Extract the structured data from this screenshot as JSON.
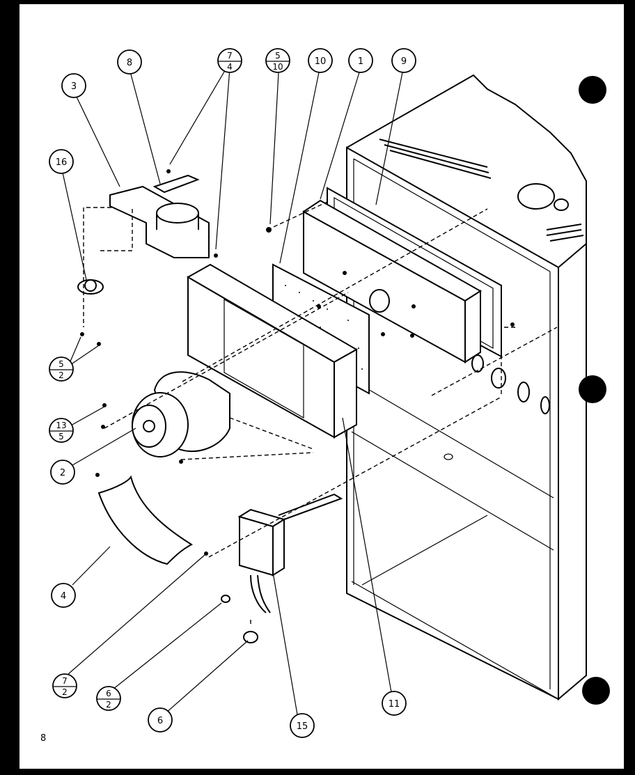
{
  "page_number": "8",
  "callouts": [
    {
      "id": "c3",
      "num": "3"
    },
    {
      "id": "c8",
      "num": "8"
    },
    {
      "id": "c7-4",
      "top": "7",
      "bottom": "4"
    },
    {
      "id": "c5-10",
      "top": "5",
      "bottom": "10"
    },
    {
      "id": "c10",
      "num": "10"
    },
    {
      "id": "c1",
      "num": "1"
    },
    {
      "id": "c9",
      "num": "9"
    },
    {
      "id": "c16",
      "num": "16"
    },
    {
      "id": "c5-2",
      "top": "5",
      "bottom": "2"
    },
    {
      "id": "c13-5",
      "top": "13",
      "bottom": "5"
    },
    {
      "id": "c2",
      "num": "2"
    },
    {
      "id": "c4",
      "num": "4"
    },
    {
      "id": "c7-2",
      "top": "7",
      "bottom": "2"
    },
    {
      "id": "c6-2",
      "top": "6",
      "bottom": "2"
    },
    {
      "id": "c6",
      "num": "6"
    },
    {
      "id": "c15",
      "num": "15"
    },
    {
      "id": "c11",
      "num": "11"
    }
  ],
  "colors": {
    "ink": "#000000",
    "paper": "#ffffff"
  }
}
